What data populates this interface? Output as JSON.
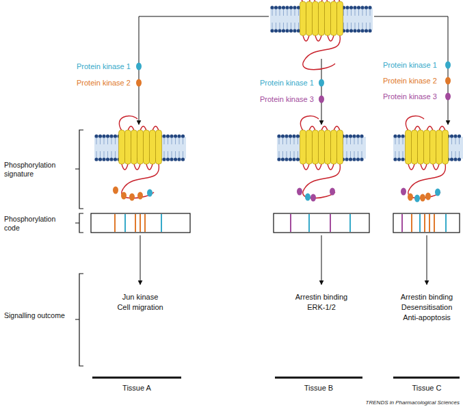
{
  "diagram": {
    "labels": [
      "Protein kinase 1",
      "Protein kinase 2",
      "Protein kinase 1",
      "Protein kinase 3",
      "Protein kinase 1",
      "Protein kinase 2",
      "Protein kinase 3",
      "Phosphorylation signature",
      "Phosphorylation code",
      "Signalling outcome",
      "Jun kinase",
      "Cell migration",
      "Arrestin binding",
      "ERK-1/2",
      "Arrestin binding",
      "Desensitisation",
      "Anti-apoptosis",
      "Tissue A",
      "Tissue B",
      "Tissue C",
      "TRENDS in Pharmacological Sciences"
    ]
  }
}
